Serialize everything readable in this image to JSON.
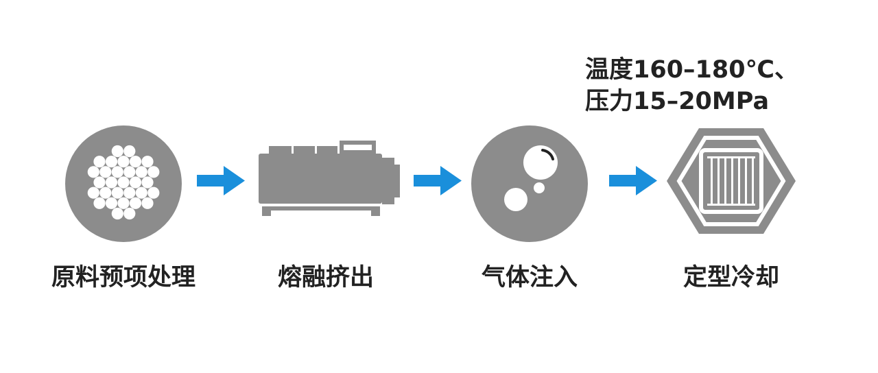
{
  "steps": [
    {
      "label": "原料预项处理",
      "icon": "pellets-icon"
    },
    {
      "label": "熔融挤出",
      "icon": "extruder-icon"
    },
    {
      "label": "气体注入",
      "icon": "bubbles-icon"
    },
    {
      "label": "定型冷却",
      "icon": "mold-icon"
    }
  ],
  "annotation": {
    "line1": "温度160–180℃、",
    "line2": "压力15–20MPa"
  },
  "colors": {
    "icon_gray": "#8c8c8c",
    "arrow_blue": "#1a8fdb",
    "text": "#222222"
  }
}
